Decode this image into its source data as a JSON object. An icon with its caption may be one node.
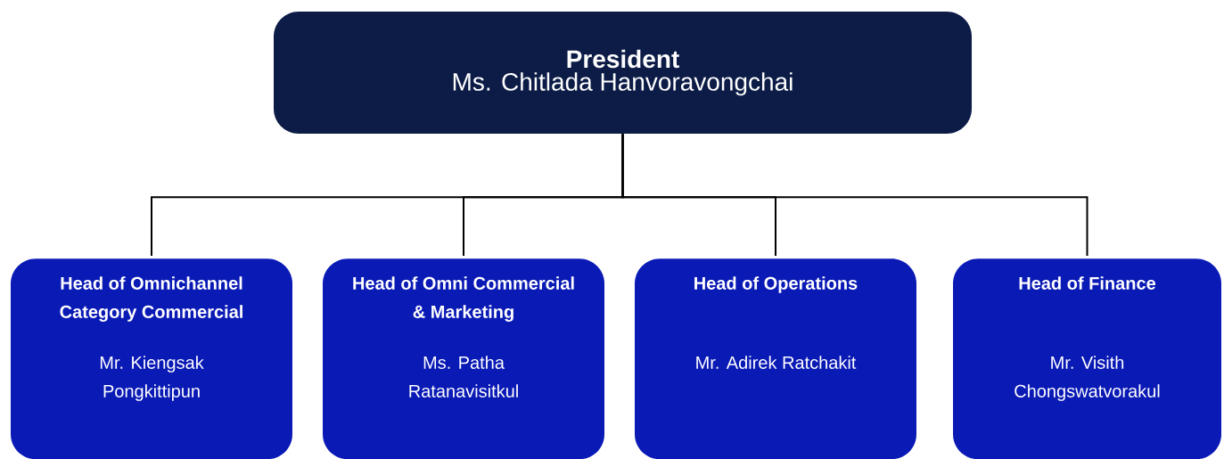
{
  "diagram": {
    "nodes": [
      {
        "text": [
          "President",
          "Ms. Chitlada Hanvoravongchai"
        ]
      },
      {
        "text": [
          "Head of Omnichannel Category Commercial",
          "Mr. Kiengsak Pongkittipun"
        ]
      },
      {
        "text": [
          "Head of Omni Commercial & Marketing",
          "Ms. Patha Ratanavisitkul"
        ]
      },
      {
        "text": [
          "Head of Operations",
          "Mr. Adirek Ratchakit"
        ]
      },
      {
        "text": [
          "Head of Finance",
          "Mr. Visith Chongswatvorakul"
        ]
      }
    ],
    "edges": [
      {
        "from": 0,
        "to": 1,
        "arrow": "none"
      },
      {
        "from": 0,
        "to": 2,
        "arrow": "none"
      },
      {
        "from": 0,
        "to": 3,
        "arrow": "none"
      },
      {
        "from": 0,
        "to": 4,
        "arrow": "none"
      }
    ]
  }
}
